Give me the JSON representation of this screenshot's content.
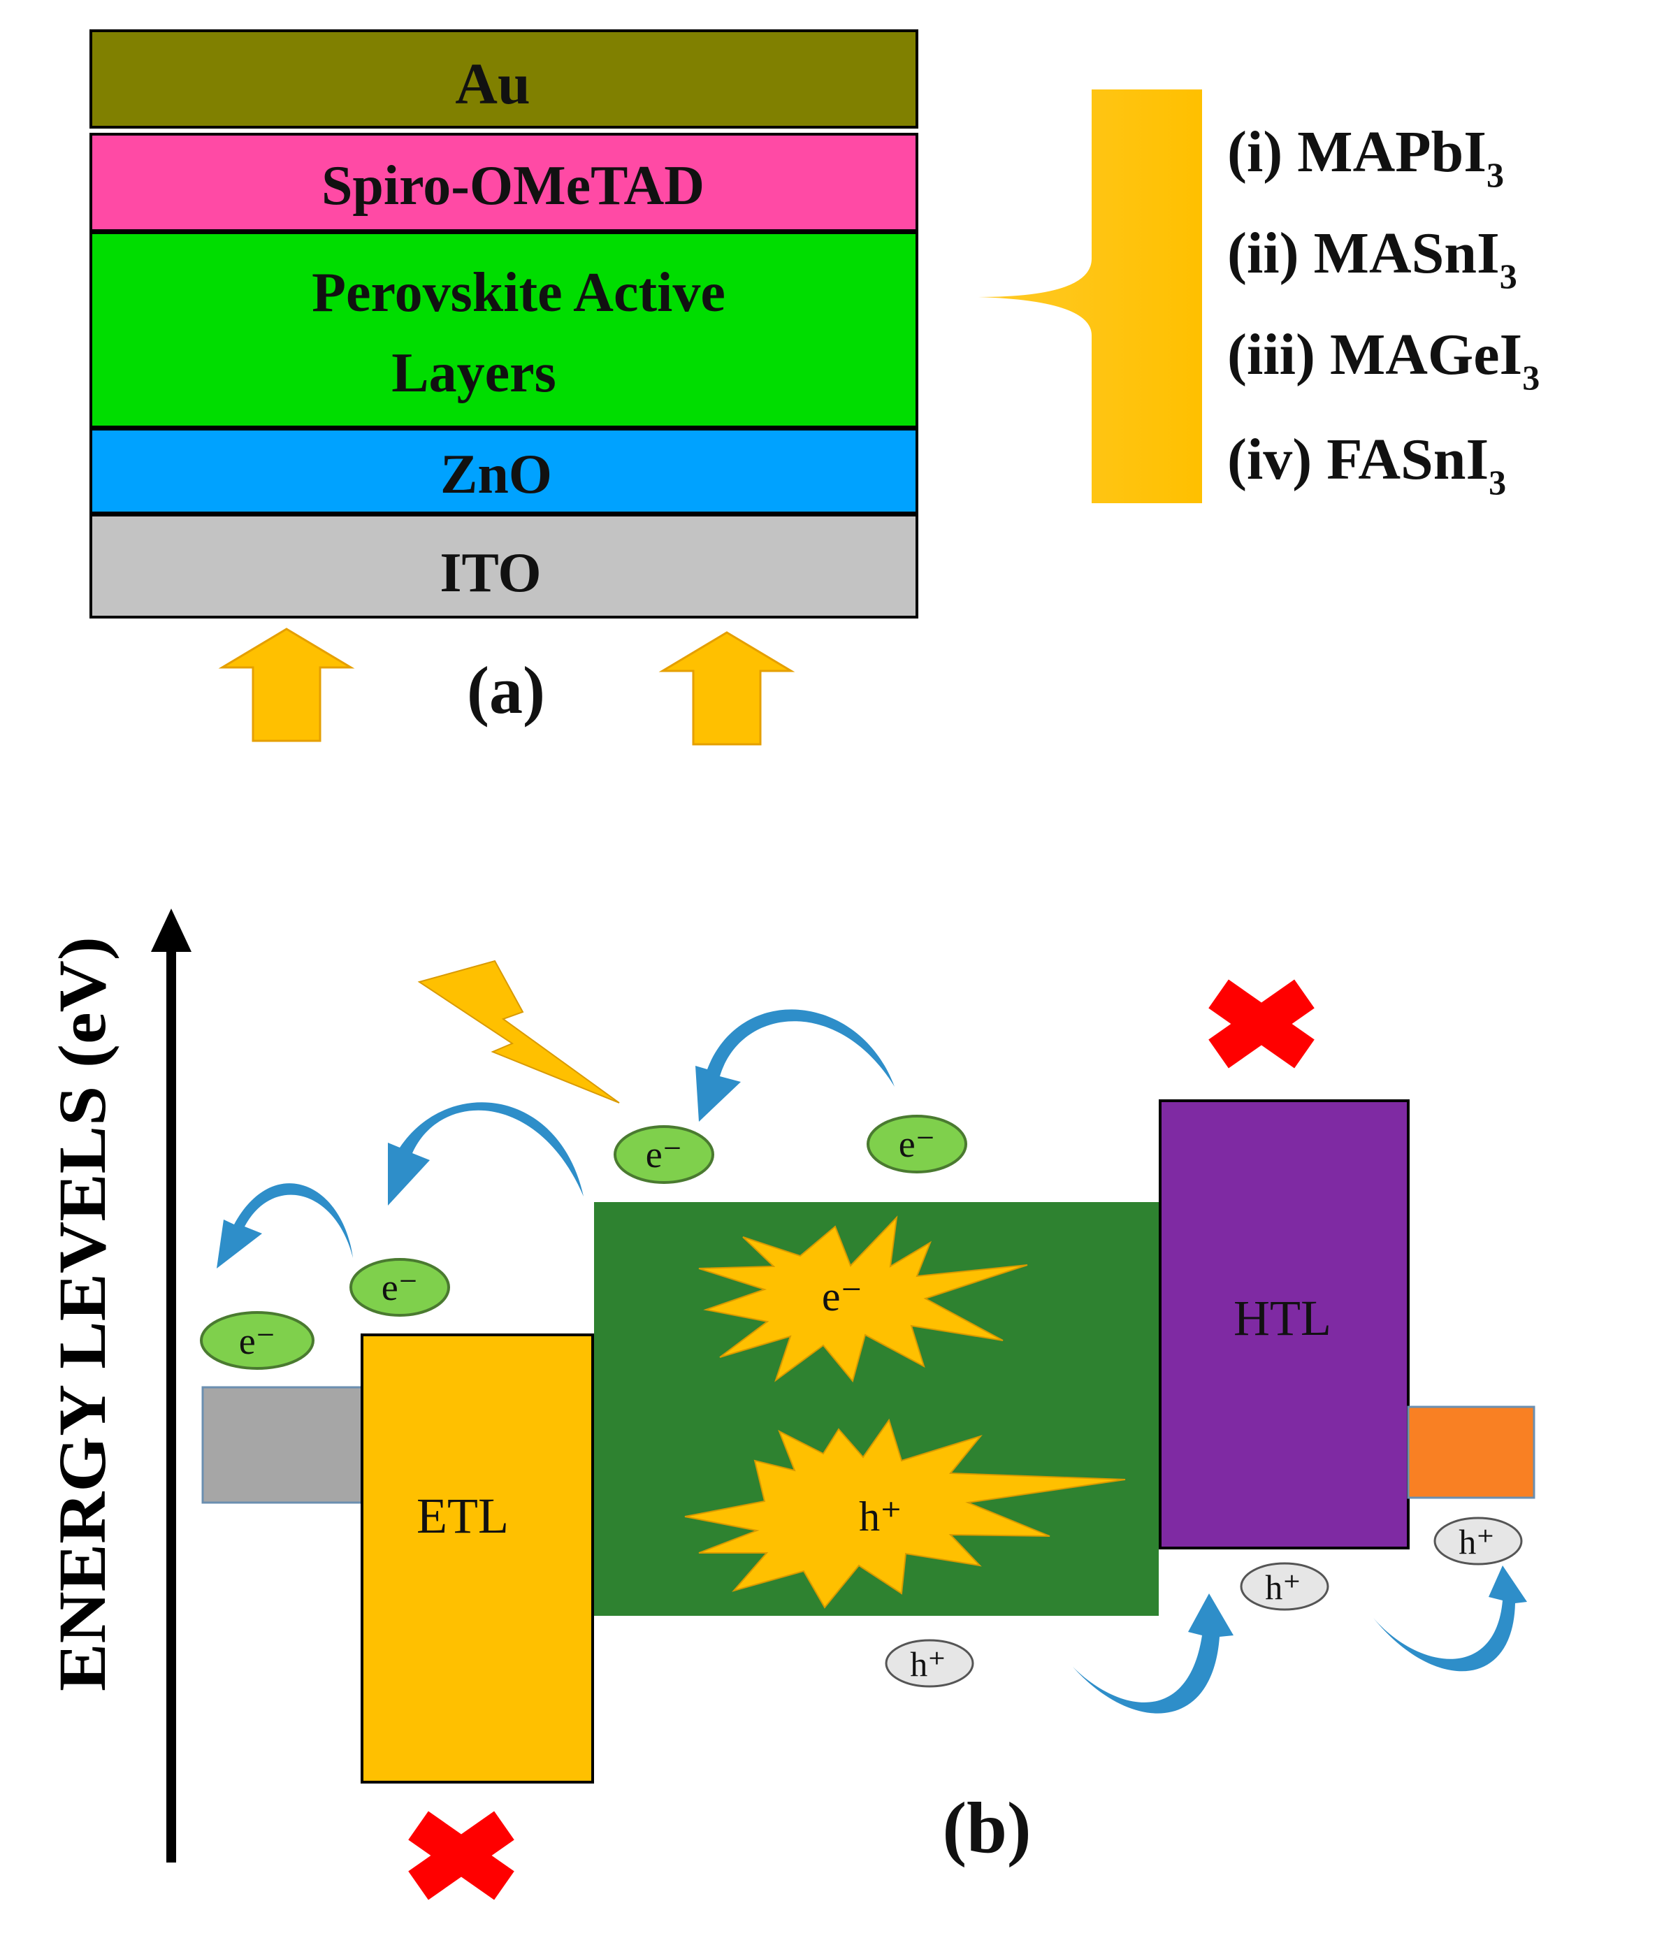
{
  "panel_a": {
    "layers": [
      {
        "name": "Au",
        "color": "#808000"
      },
      {
        "name": "Spiro-OMeTAD",
        "color": "#ff4aa5"
      },
      {
        "name": "Perovskite Active",
        "line2": "Layers",
        "color": "#00dd00"
      },
      {
        "name": "ZnO",
        "color": "#00a2ff"
      },
      {
        "name": "ITO",
        "color": "#c3c3c3"
      }
    ],
    "label": "(a)",
    "materials": [
      {
        "prefix": "(i) MAPbI",
        "sub": "3"
      },
      {
        "prefix": "(ii) MASnI",
        "sub": "3"
      },
      {
        "prefix": "(iii) MAGeI",
        "sub": "3"
      },
      {
        "prefix": "(iv) FASnI",
        "sub": "3"
      }
    ],
    "brace_color": "#ffc000",
    "light_arrow_color": "#ffc000"
  },
  "panel_b": {
    "axis_label": "ENERGY LEVELS (eV)",
    "etl_label": "ETL",
    "htl_label": "HTL",
    "electron_label": "e⁻",
    "hole_label": "h⁺",
    "label": "(b)",
    "colors": {
      "etl": "#ffc000",
      "htl": "#7f2aa3",
      "perovskite": "#2e8230",
      "cathode": "#a6a6a6",
      "anode": "#f98023",
      "electron": "#7fd04c",
      "hole": "#e6e6e6",
      "arrow": "#2e8ec9",
      "cross": "#ff0000",
      "lightning": "#ffc000"
    }
  }
}
